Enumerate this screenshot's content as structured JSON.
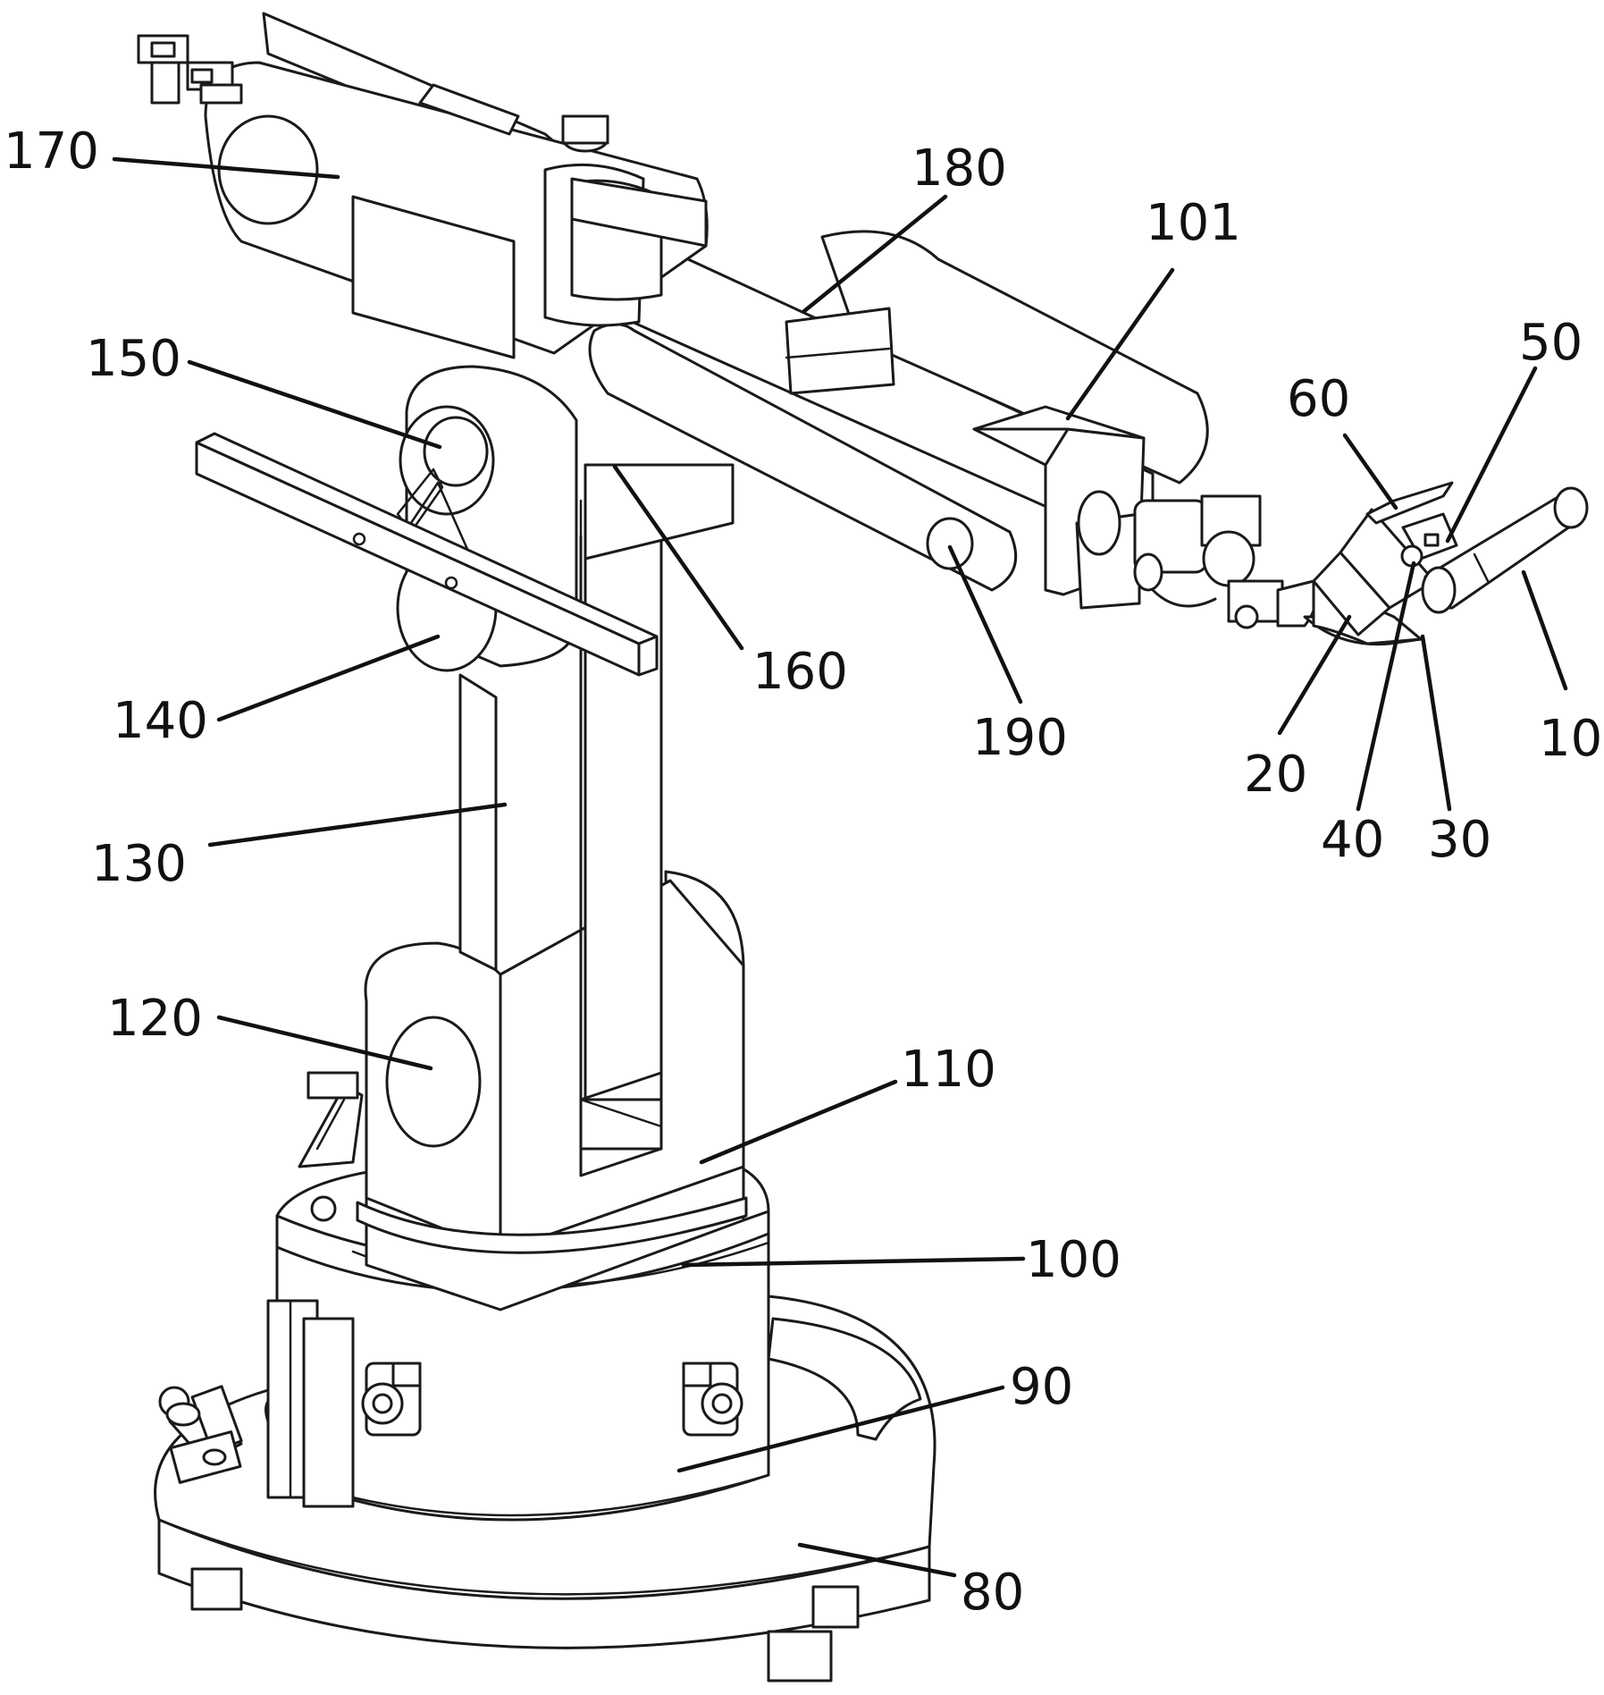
{
  "figure": {
    "labels": [
      {
        "id": "170",
        "text": "170"
      },
      {
        "id": "180",
        "text": "180"
      },
      {
        "id": "101",
        "text": "101"
      },
      {
        "id": "50",
        "text": "50"
      },
      {
        "id": "60",
        "text": "60"
      },
      {
        "id": "150",
        "text": "150"
      },
      {
        "id": "160",
        "text": "160"
      },
      {
        "id": "190",
        "text": "190"
      },
      {
        "id": "140",
        "text": "140"
      },
      {
        "id": "20",
        "text": "20"
      },
      {
        "id": "10",
        "text": "10"
      },
      {
        "id": "40",
        "text": "40"
      },
      {
        "id": "30",
        "text": "30"
      },
      {
        "id": "130",
        "text": "130"
      },
      {
        "id": "120",
        "text": "120"
      },
      {
        "id": "110",
        "text": "110"
      },
      {
        "id": "100",
        "text": "100"
      },
      {
        "id": "90",
        "text": "90"
      },
      {
        "id": "80",
        "text": "80"
      }
    ]
  }
}
